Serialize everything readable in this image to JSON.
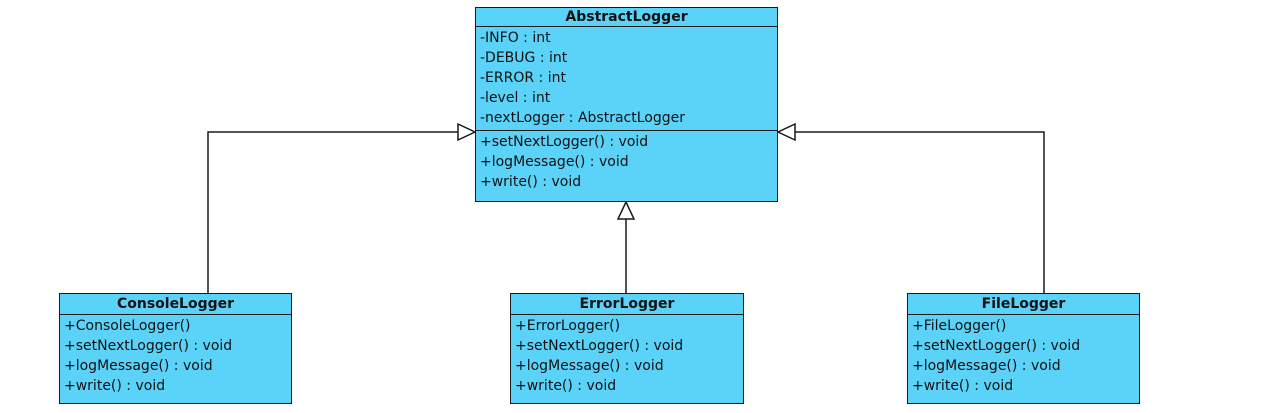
{
  "colors": {
    "class_fill": "#5bd2f8",
    "border": "#1a1a1a",
    "line": "#1a1a1a",
    "arrowhead_fill": "#ffffff"
  },
  "classes": {
    "abstract_logger": {
      "name": "AbstractLogger",
      "attributes": [
        "-INFO : int",
        "-DEBUG : int",
        "-ERROR : int",
        "-level : int",
        "-nextLogger : AbstractLogger"
      ],
      "operations": [
        "+setNextLogger() : void",
        "+logMessage() : void",
        "+write() : void"
      ]
    },
    "console_logger": {
      "name": "ConsoleLogger",
      "operations": [
        "+ConsoleLogger()",
        "+setNextLogger() : void",
        "+logMessage() : void",
        "+write() : void"
      ]
    },
    "error_logger": {
      "name": "ErrorLogger",
      "operations": [
        "+ErrorLogger()",
        "+setNextLogger() : void",
        "+logMessage() : void",
        "+write() : void"
      ]
    },
    "file_logger": {
      "name": "FileLogger",
      "operations": [
        "+FileLogger()",
        "+setNextLogger() : void",
        "+logMessage() : void",
        "+write() : void"
      ]
    }
  },
  "relationships": [
    {
      "type": "generalization",
      "from": "ConsoleLogger",
      "to": "AbstractLogger"
    },
    {
      "type": "generalization",
      "from": "ErrorLogger",
      "to": "AbstractLogger"
    },
    {
      "type": "generalization",
      "from": "FileLogger",
      "to": "AbstractLogger"
    }
  ]
}
